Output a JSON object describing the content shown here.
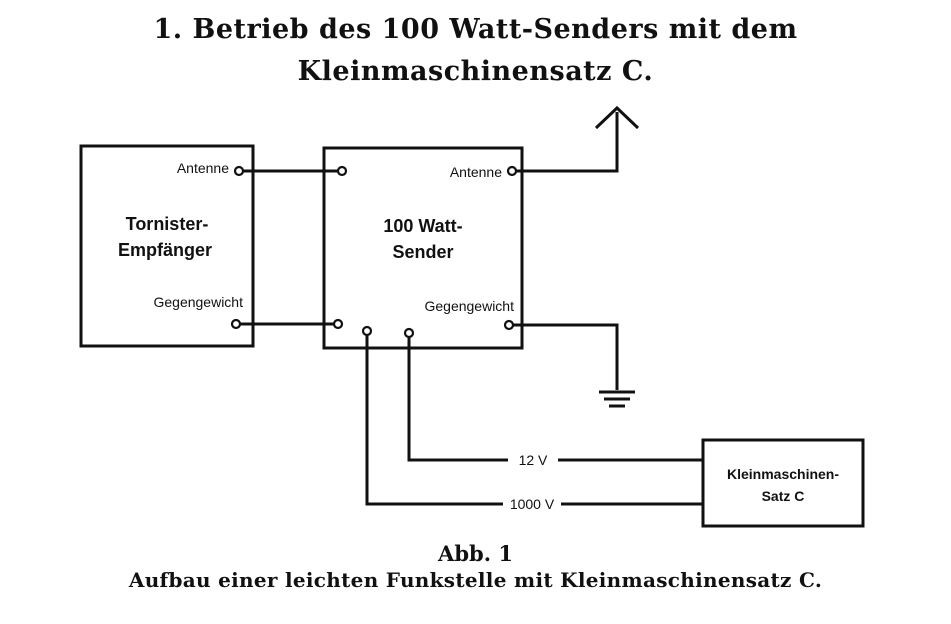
{
  "title": {
    "line1": "1. Betrieb des 100 Watt-Senders mit dem",
    "line2": "Kleinmaschinensatz C."
  },
  "receiver": {
    "name_line1": "Tornister-",
    "name_line2": "Empfänger",
    "antenna": "Antenne",
    "counterpoise": "Gegengewicht"
  },
  "transmitter": {
    "name_line1": "100 Watt-",
    "name_line2": "Sender",
    "antenna": "Antenne",
    "counterpoise": "Gegengewicht"
  },
  "generator": {
    "name_line1": "Kleinmaschinen-",
    "name_line2": "Satz C"
  },
  "supply": {
    "low_voltage": "12 V",
    "high_voltage": "1000 V"
  },
  "caption": {
    "number": "Abb. 1",
    "text": "Aufbau einer leichten Funkstelle mit Kleinmaschinensatz C."
  }
}
